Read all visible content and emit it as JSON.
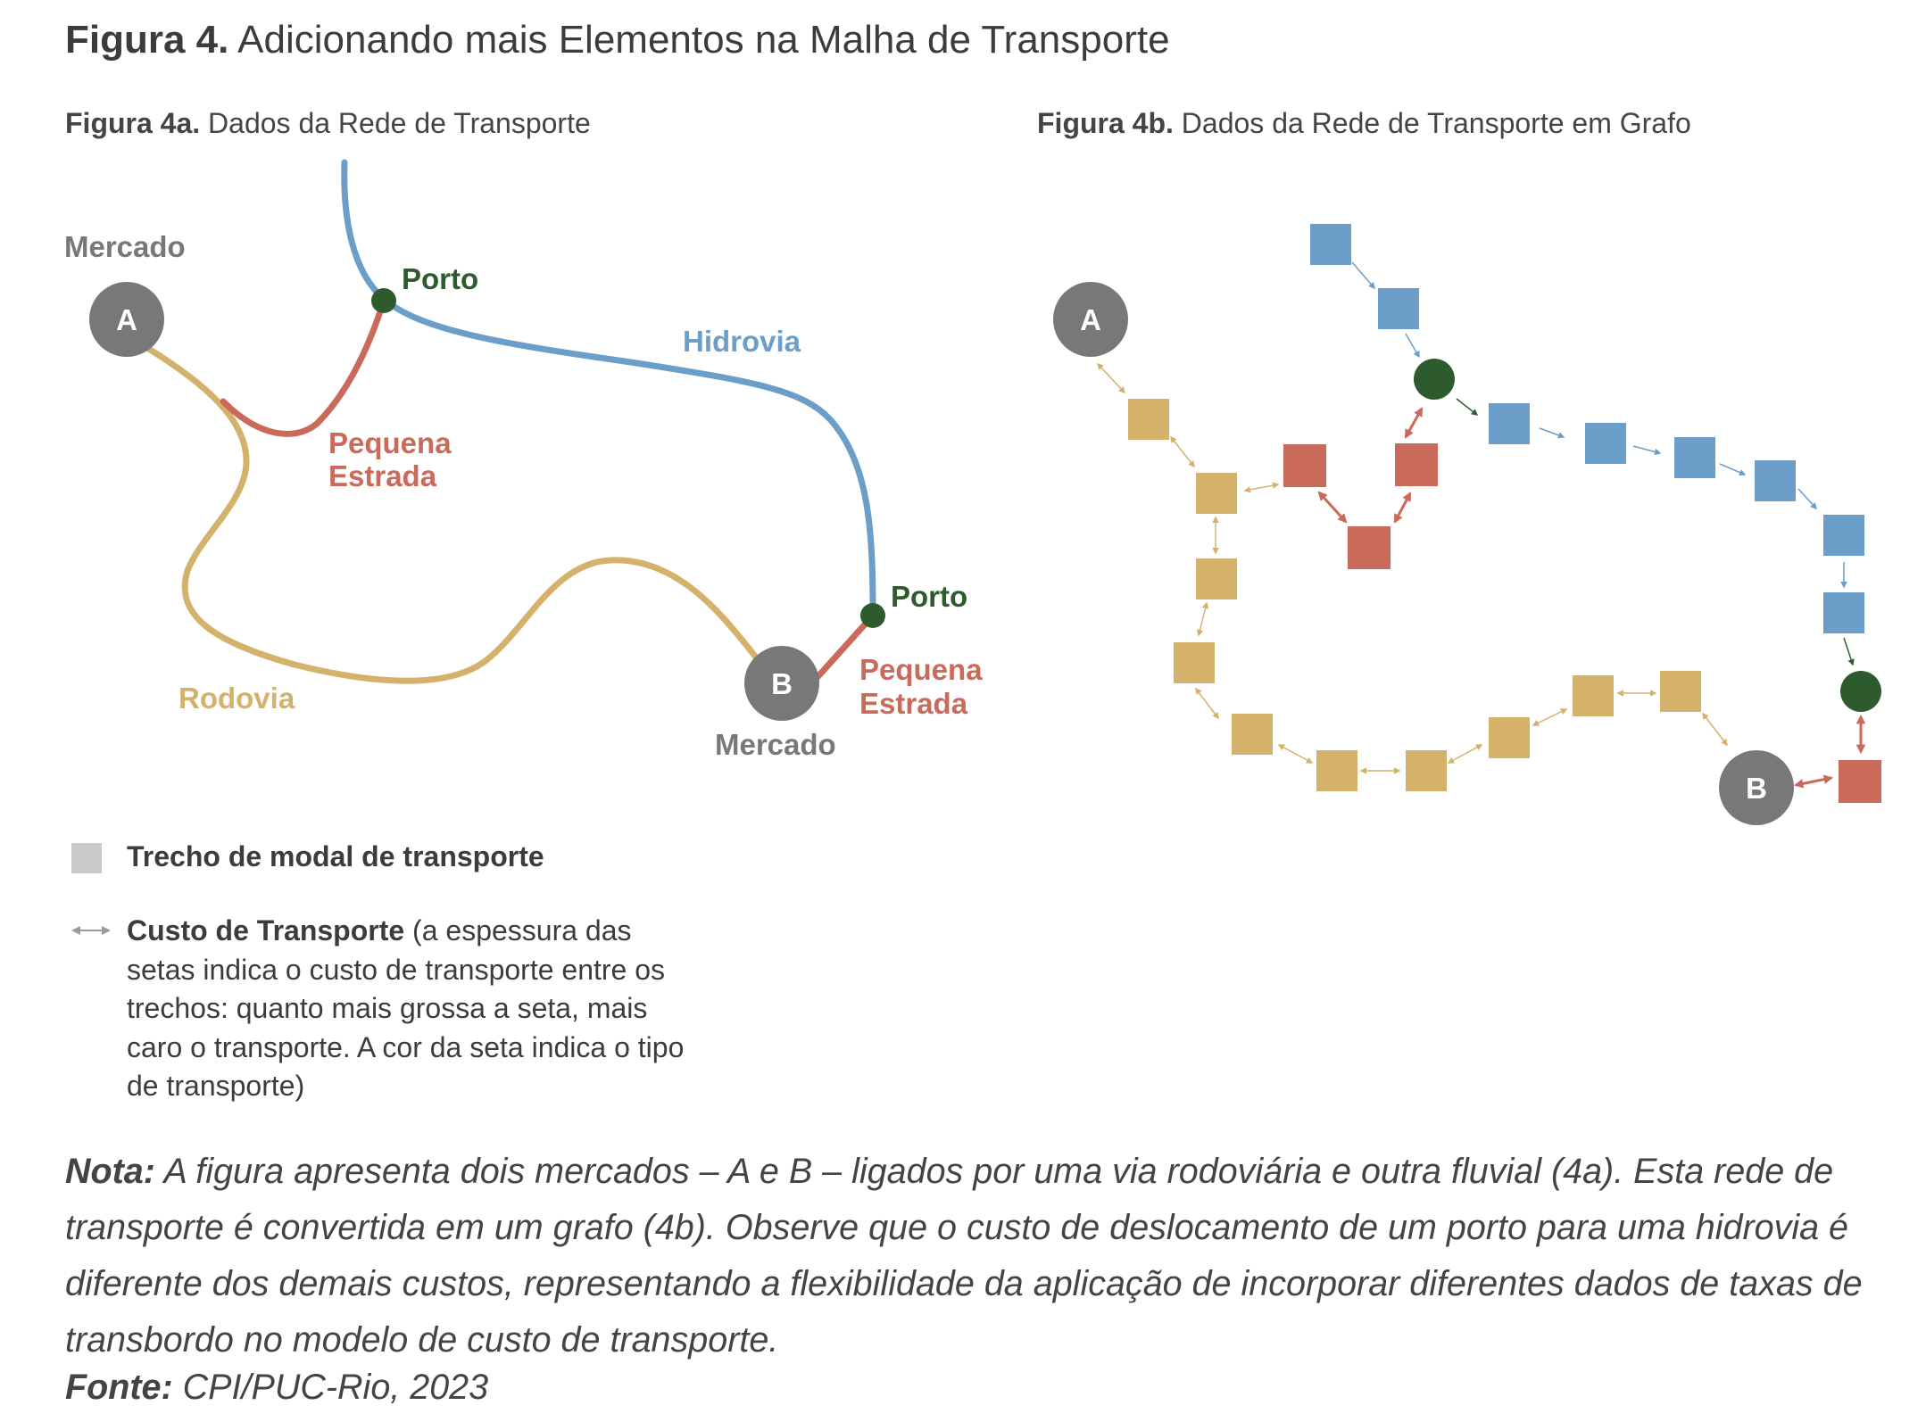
{
  "title": {
    "bold": "Figura 4.",
    "text": "Adicionando mais Elementos na Malha de Transporte"
  },
  "panel_a": {
    "title_bold": "Figura 4a.",
    "title_text": "Dados da Rede de Transporte",
    "labels": {
      "mercado_a": "Mercado",
      "node_a": "A",
      "porto_top": "Porto",
      "hidrovia": "Hidrovia",
      "pequena_estrada_1_line1": "Pequena",
      "pequena_estrada_1_line2": "Estrada",
      "porto_bottom": "Porto",
      "pequena_estrada_2_line1": "Pequena",
      "pequena_estrada_2_line2": "Estrada",
      "rodovia": "Rodovia",
      "node_b": "B",
      "mercado_b": "Mercado"
    }
  },
  "panel_b": {
    "title_bold": "Figura 4b.",
    "title_text": "Dados da Rede de Transporte em Grafo",
    "node_a": "A",
    "node_b": "B"
  },
  "legend": {
    "segment_label": "Trecho de modal de transporte",
    "cost_bold": "Custo de Transporte",
    "cost_text": " (a espessura das setas indica o custo de transporte entre os trechos: quanto mais grossa a seta, mais caro o transporte. A cor da seta indica o tipo de transporte)"
  },
  "note": {
    "label": "Nota:",
    "text": " A figura apresenta dois mercados – A e B – ligados por uma via rodoviária e outra fluvial (4a). Esta rede de transporte é convertida em um grafo (4b). Observe que o custo de deslocamento de um porto para uma hidrovia é diferente dos demais custos, representando a flexibilidade da aplicação de incorporar diferentes dados de taxas de transbordo no modelo de custo de transporte."
  },
  "source": {
    "label": "Fonte:",
    "text": " CPI/PUC-Rio, 2023"
  },
  "colors": {
    "water": "#6b9fc9",
    "road": "#d4b26b",
    "small_road": "#c96a5a",
    "port": "#2e5b2e",
    "market": "#787878",
    "legend_square": "#c9c9c9"
  }
}
